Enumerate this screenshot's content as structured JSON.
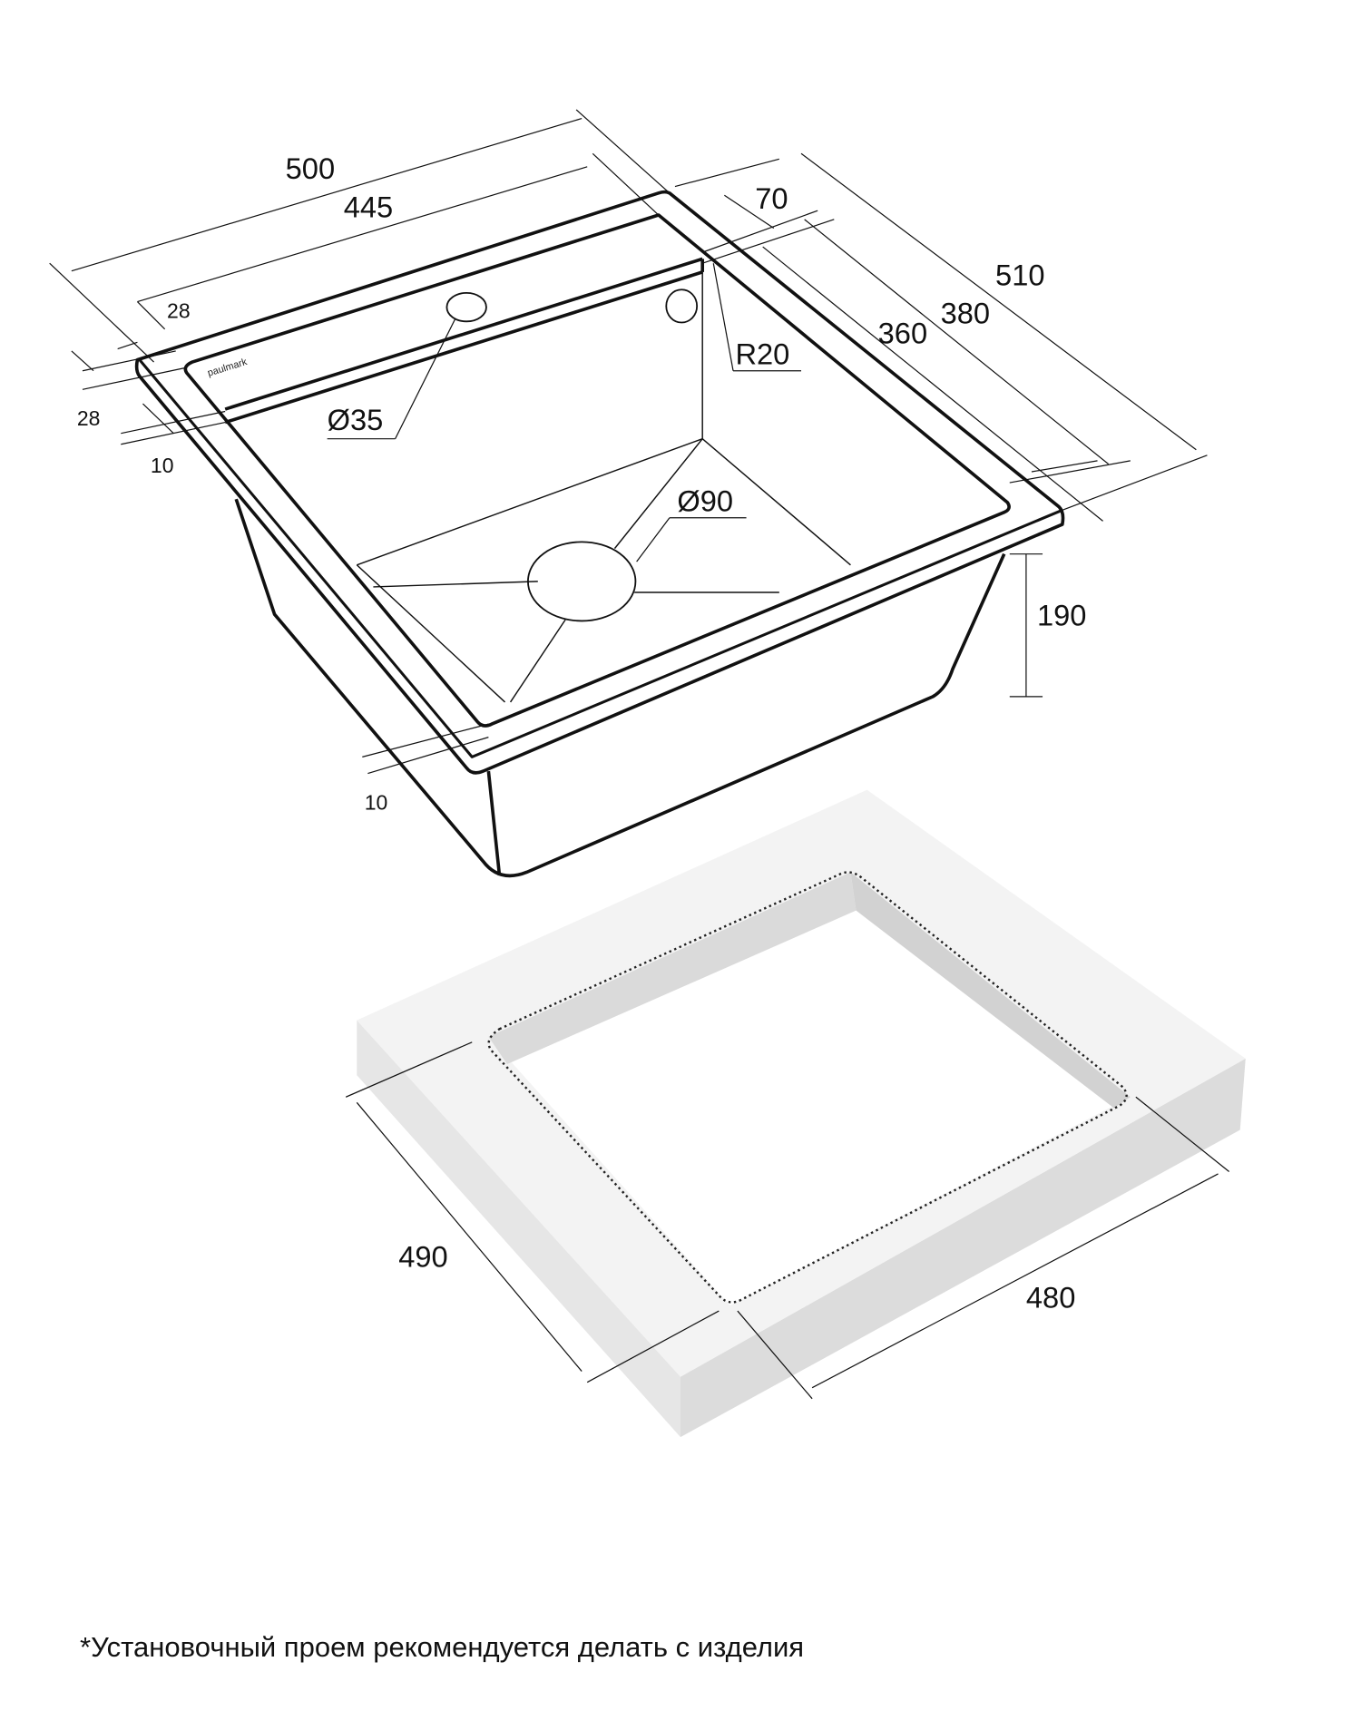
{
  "brand": "paulmark",
  "dimensions": {
    "overall_width": "500",
    "bowl_width": "445",
    "rim_left_top": "28",
    "rim_left_side": "28",
    "rim_inner_left": "10",
    "shelf_depth": "70",
    "overall_depth": "510",
    "depth_380": "380",
    "bowl_depth": "360",
    "corner_radius": "R20",
    "tap_hole": "Ø35",
    "drain": "Ø90",
    "bowl_height": "190",
    "rim_inner_front": "10",
    "cutout_depth": "490",
    "cutout_width": "480"
  },
  "footnote": "*Установочный проем рекомендуется делать с изделия"
}
